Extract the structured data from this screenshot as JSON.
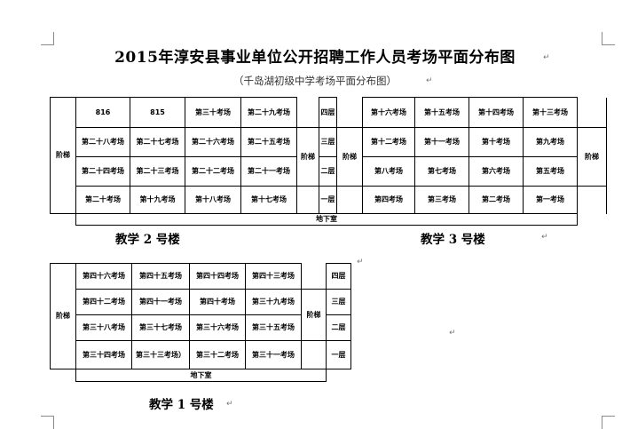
{
  "title": "2015年淳安县事业单位公开招聘工作人员考场平面分布图",
  "subtitle": "（千岛湖初级中学考场平面分布图）",
  "stairs_label": "阶梯",
  "floors": [
    "四层",
    "三层",
    "二层",
    "一层"
  ],
  "basement_label": "地下室",
  "building2": {
    "name": "教学 2 号楼",
    "rows": [
      [
        "816",
        "815",
        "第三十考场",
        "第二十九考场"
      ],
      [
        "第二十八考场",
        "第二十七考场",
        "第二十六考场",
        "第二十五考场"
      ],
      [
        "第二十四考场",
        "第二十三考场",
        "第二十二考场",
        "第二十一考场"
      ],
      [
        "第二十考场",
        "第十九考场",
        "第十八考场",
        "第十七考场"
      ]
    ]
  },
  "building3": {
    "name": "教学 3 号楼",
    "rows": [
      [
        "第十六考场",
        "第十五考场",
        "第十四考场",
        "第十三考场"
      ],
      [
        "第十二考场",
        "第十一考场",
        "第十考场",
        "第九考场"
      ],
      [
        "第八考场",
        "第七考场",
        "第六考场",
        "第五考场"
      ],
      [
        "第四考场",
        "第三考场",
        "第二考场",
        "第一考场"
      ]
    ]
  },
  "building1": {
    "name": "教学 1 号楼",
    "rows": [
      [
        "第四十六考场",
        "第四十五考场",
        "第四十四考场",
        "第四十三考场"
      ],
      [
        "第四十二考场",
        "第四十一考场",
        "第四十考场",
        "第三十九考场"
      ],
      [
        "第三十八考场",
        "第三十七考场",
        "第三十六考场",
        "第三十五考场"
      ],
      [
        "第三十四考场",
        "第三十三考场）",
        "第三十二考场",
        "第三十一考场"
      ]
    ]
  }
}
